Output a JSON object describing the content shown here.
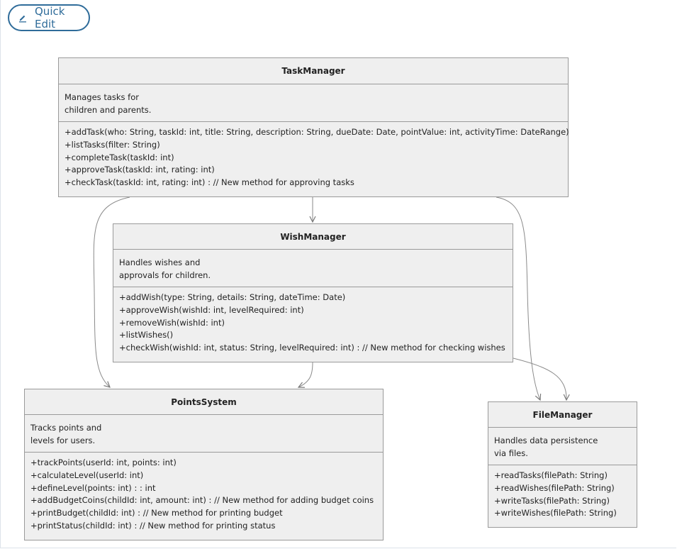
{
  "toolbar": {
    "quick_edit_label": "Quick Edit"
  },
  "classes": {
    "task_manager": {
      "name": "TaskManager",
      "description": [
        "Manages tasks for",
        "children and parents."
      ],
      "methods": [
        "+addTask(who: String, taskId: int, title: String, description: String, dueDate: Date, pointValue: int, activityTime: DateRange)",
        "+listTasks(filter: String)",
        "+completeTask(taskId: int)",
        "+approveTask(taskId: int, rating: int)",
        "+checkTask(taskId: int, rating: int) : // New method for approving tasks"
      ]
    },
    "wish_manager": {
      "name": "WishManager",
      "description": [
        "Handles wishes and",
        "approvals for children."
      ],
      "methods": [
        "+addWish(type: String, details: String, dateTime: Date)",
        "+approveWish(wishId: int, levelRequired: int)",
        "+removeWish(wishId: int)",
        "+listWishes()",
        "+checkWish(wishId: int, status: String, levelRequired: int) : // New method for checking wishes"
      ]
    },
    "points_system": {
      "name": "PointsSystem",
      "description": [
        "Tracks points and",
        "levels for users."
      ],
      "methods": [
        "+trackPoints(userId: int, points: int)",
        "+calculateLevel(userId: int)",
        "+defineLevel(points: int) : : int",
        "+addBudgetCoins(childId: int, amount: int) : // New method for adding budget coins",
        "+printBudget(childId: int) : // New method for printing budget",
        "+printStatus(childId: int) : // New method for printing status"
      ]
    },
    "file_manager": {
      "name": "FileManager",
      "description": [
        "Handles data persistence",
        "via files."
      ],
      "methods": [
        "+readTasks(filePath: String)",
        "+readWishes(filePath: String)",
        "+writeTasks(filePath: String)",
        "+writeWishes(filePath: String)"
      ]
    }
  },
  "relationships": [
    {
      "from": "TaskManager",
      "to": "WishManager"
    },
    {
      "from": "TaskManager",
      "to": "PointsSystem"
    },
    {
      "from": "TaskManager",
      "to": "FileManager"
    },
    {
      "from": "WishManager",
      "to": "PointsSystem"
    },
    {
      "from": "WishManager",
      "to": "FileManager"
    }
  ],
  "colors": {
    "accent": "#2f6c9a",
    "box_fill": "#efefef",
    "box_border": "#9a9a9a",
    "edge": "#8a8a8a"
  }
}
